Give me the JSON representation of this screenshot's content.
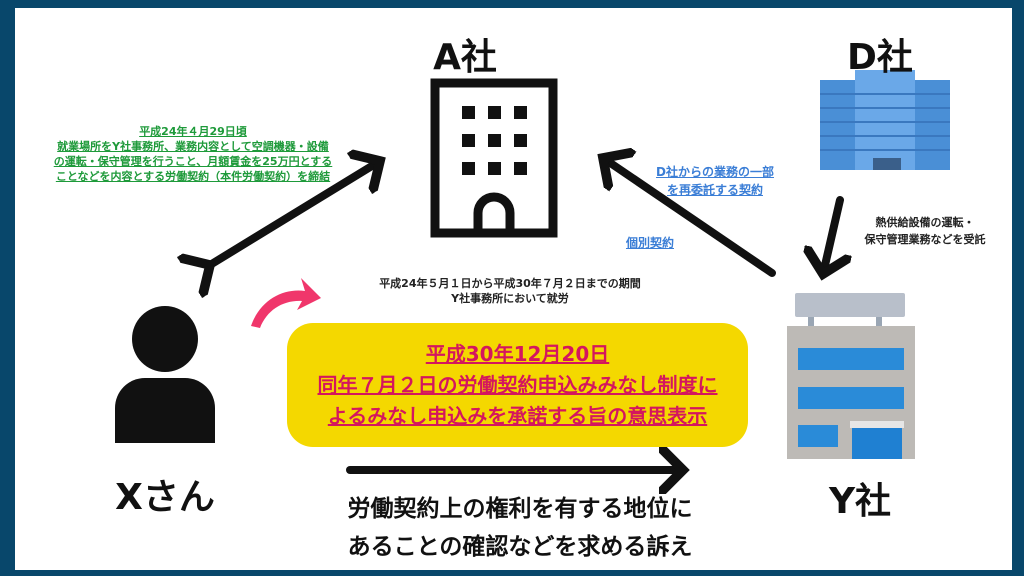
{
  "companies": {
    "a": {
      "label": "A社"
    },
    "d": {
      "label": "D社"
    },
    "y": {
      "label": "Y社"
    }
  },
  "person": {
    "label": "Xさん"
  },
  "contract_note": {
    "lines": [
      "平成24年４月29日頃",
      "就業場所をY社事務所、業務内容として空調機器・設備",
      "の運転・保守管理を行うこと、月額賃金を25万円とする",
      "ことなどを内容とする労働契約（本件労働契約）を締結"
    ]
  },
  "subcontract_note": {
    "lines": [
      "D社からの業務の一部",
      "を再委託する契約"
    ]
  },
  "individual_contract": "個別契約",
  "consignment_note": {
    "lines": [
      "熱供給設備の運転・",
      "保守管理業務などを受託"
    ]
  },
  "work_period": {
    "lines": [
      "平成24年５月１日から平成30年７月２日までの期間",
      "Y社事務所において就労"
    ]
  },
  "highlight": {
    "lines": [
      "平成30年12月20日",
      "同年７月２日の労働契約申込みみなし制度に",
      "よるみなし申込みを承諾する旨の意思表示"
    ]
  },
  "claim": {
    "lines": [
      "労働契約上の権利を有する地位に",
      "あることの確認などを求める訴え"
    ]
  },
  "colors": {
    "border": "#08476b",
    "highlight_bg": "#f4d800",
    "highlight_text": "#d4165e",
    "green": "#1e9a3a",
    "blue": "#3b7ed6",
    "pink_arrow": "#f0366b"
  }
}
